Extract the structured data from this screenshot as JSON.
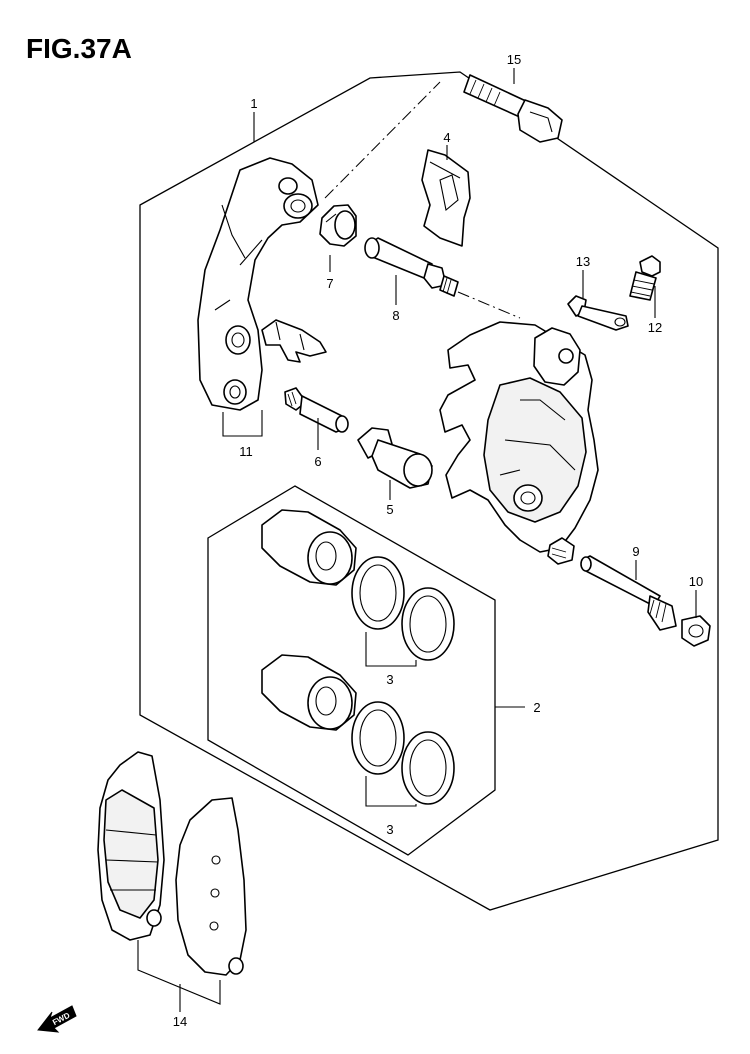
{
  "figure": {
    "title": "FIG.37A",
    "fwd_label": "FWD"
  },
  "callouts": {
    "c1": "1",
    "c2": "2",
    "c3a": "3",
    "c3b": "3",
    "c4": "4",
    "c5": "5",
    "c6": "6",
    "c7": "7",
    "c8": "8",
    "c9": "9",
    "c10": "10",
    "c11": "11",
    "c12": "12",
    "c13": "13",
    "c14": "14",
    "c15": "15"
  }
}
